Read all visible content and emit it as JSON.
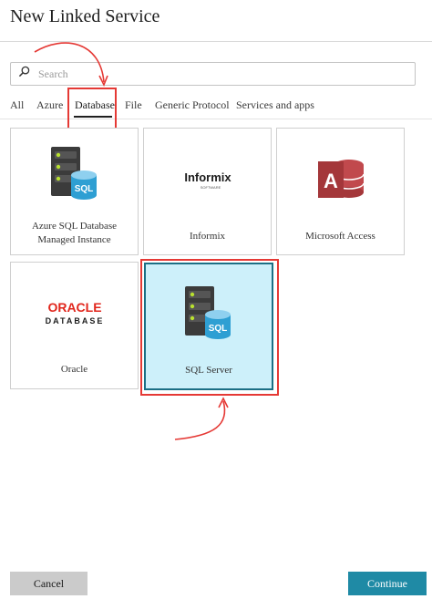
{
  "dialog": {
    "title": "New Linked Service"
  },
  "search": {
    "placeholder": "Search",
    "value": ""
  },
  "tabs": [
    {
      "label": "All",
      "active": false
    },
    {
      "label": "Azure",
      "active": false
    },
    {
      "label": "Database",
      "active": true
    },
    {
      "label": "File",
      "active": false
    },
    {
      "label": "Generic Protocol",
      "active": false
    },
    {
      "label": "Services and apps",
      "active": false
    }
  ],
  "connectors": [
    {
      "label": "Azure SQL Database Managed Instance",
      "icon": "sql-server-database-icon",
      "selected": false
    },
    {
      "label": "Informix",
      "icon": "informix-logo",
      "selected": false
    },
    {
      "label": "Microsoft Access",
      "icon": "microsoft-access-logo",
      "selected": false
    },
    {
      "label": "Oracle",
      "icon": "oracle-database-logo",
      "selected": false
    },
    {
      "label": "SQL Server",
      "icon": "sql-server-database-icon",
      "selected": true
    }
  ],
  "logos": {
    "informix_text": "Informix",
    "informix_sub": "SOFTWARE",
    "oracle_text": "ORACLE",
    "oracle_sub": "DATABASE",
    "access_letter": "A",
    "sql_badge": "SQL"
  },
  "footer": {
    "cancel_label": "Cancel",
    "continue_label": "Continue"
  },
  "colors": {
    "accent": "#1f8aa5",
    "annotation": "#e53935",
    "selected_bg": "#cdf0fa",
    "oracle_red": "#e1261c",
    "access_red": "#a4373a"
  }
}
